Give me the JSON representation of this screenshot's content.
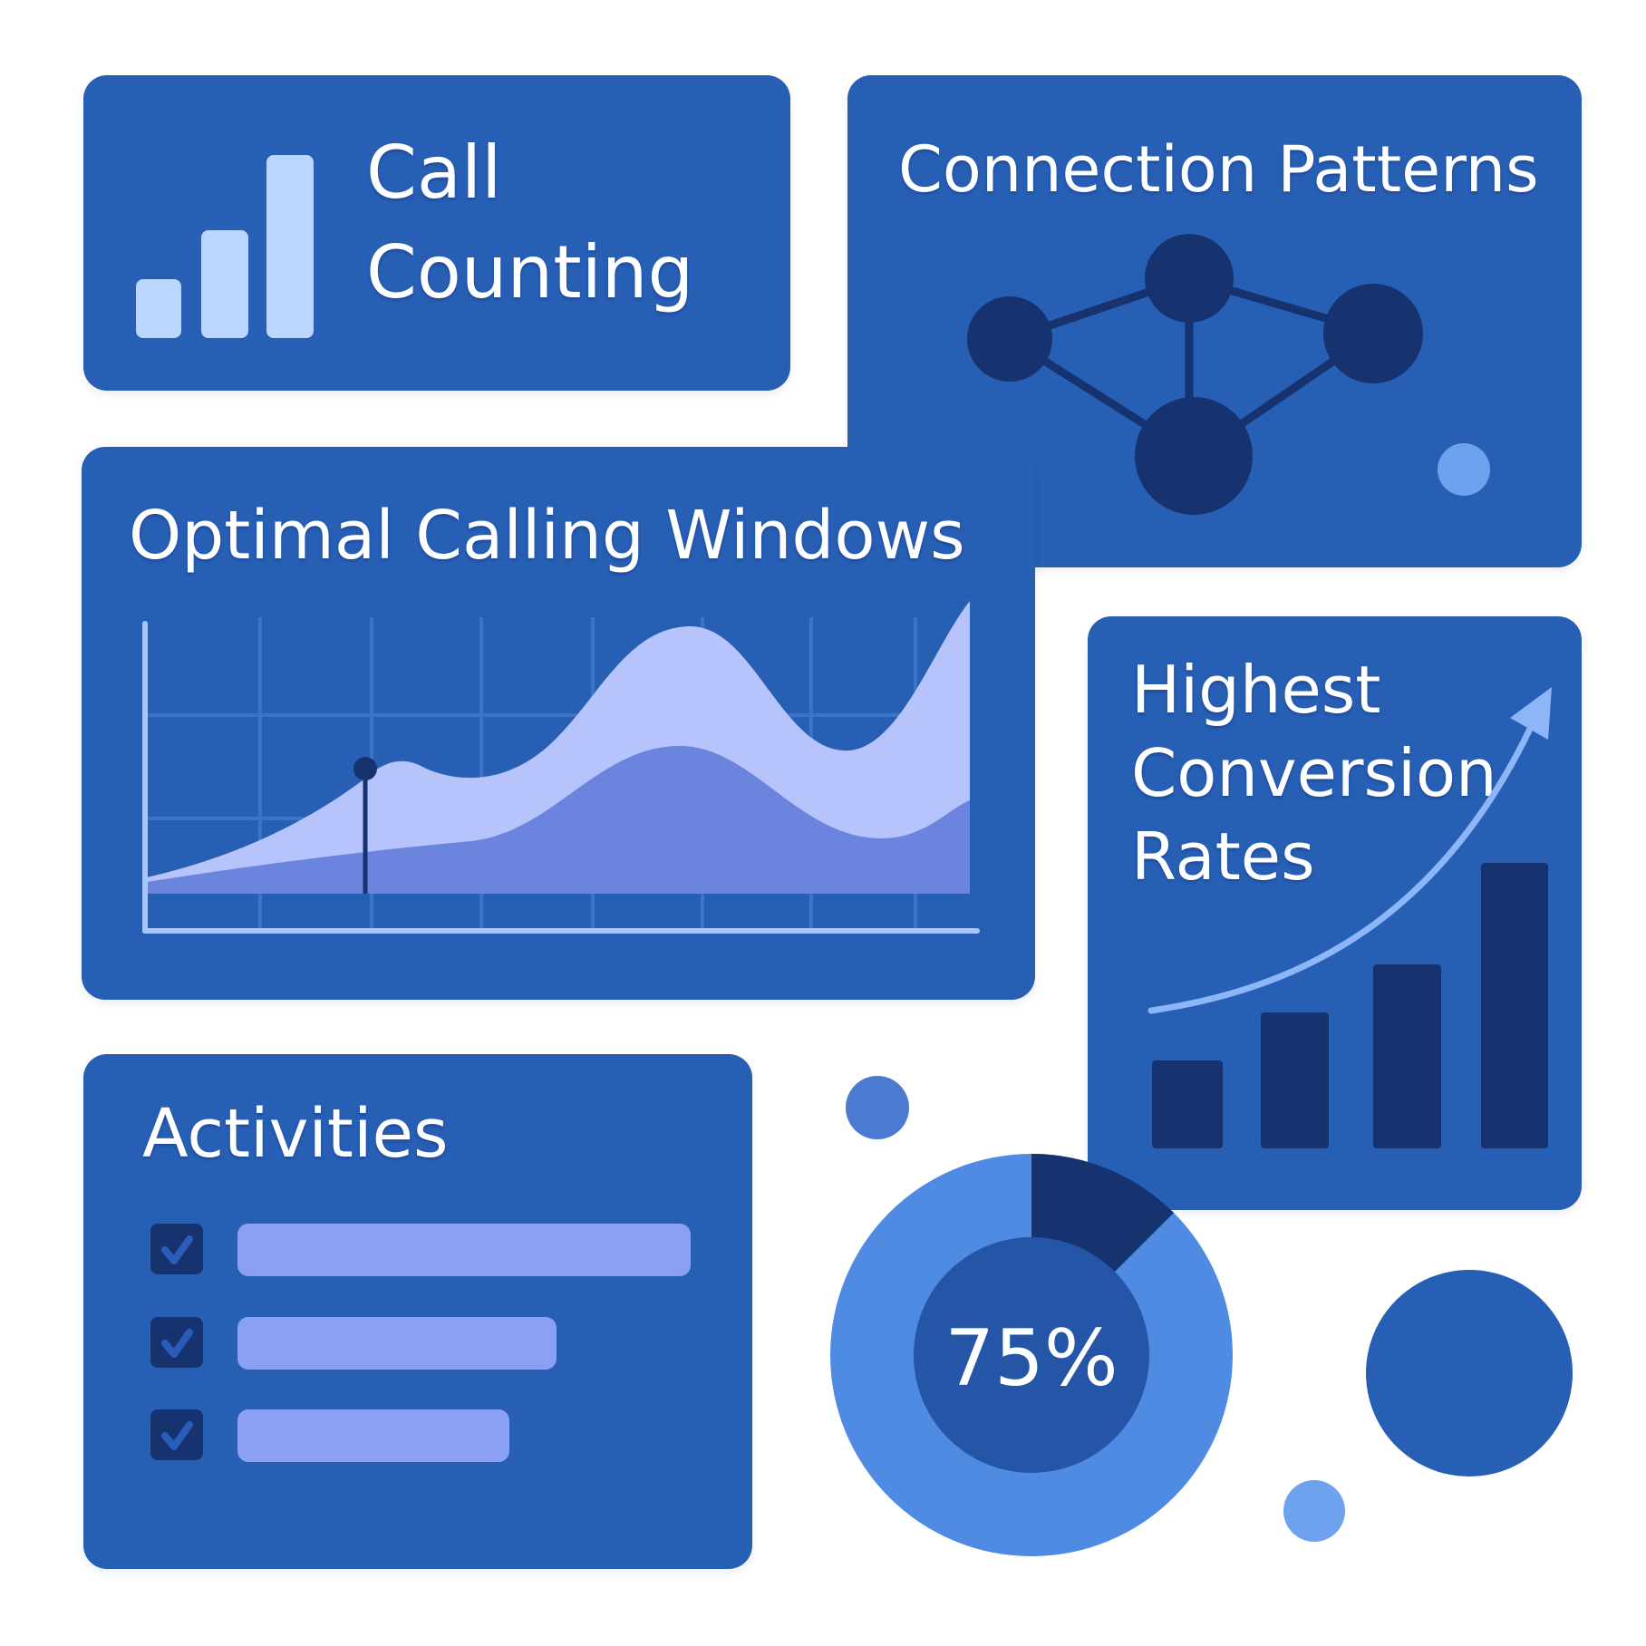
{
  "call_counting": {
    "title_line1": "Call",
    "title_line2": "Counting",
    "icon": "bar-chart-icon"
  },
  "connection_patterns": {
    "title": "Connection Patterns",
    "icon": "network-graph-icon"
  },
  "optimal_calling_windows": {
    "title": "Optimal Calling Windows",
    "icon": "area-chart-icon"
  },
  "highest_conversion_rates": {
    "title_line1": "Highest",
    "title_line2": "Conversion",
    "title_line3": "Rates",
    "icon": "trend-up-arrow-icon"
  },
  "activities": {
    "title": "Activities",
    "items": [
      {
        "checked": true
      },
      {
        "checked": true
      },
      {
        "checked": true
      }
    ]
  },
  "donut": {
    "label": "75%",
    "value_percent": 75
  },
  "colors": {
    "panel_blue": "#275fb5",
    "dark_navy": "#16336f",
    "light_bar": "#bad6ff",
    "lavender": "#b7c3fb",
    "periwinkle": "#6b84de",
    "bright_blue": "#4f8ae3"
  }
}
